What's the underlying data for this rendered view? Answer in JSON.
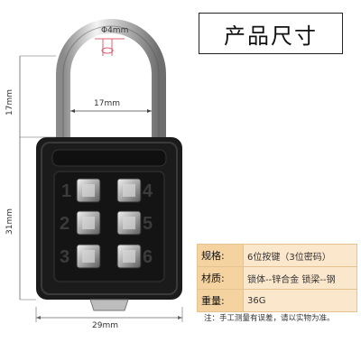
{
  "title": "产品尺寸",
  "dimensions": {
    "shackle_diameter": "Φ4mm",
    "shackle_inner_width": "17mm",
    "shackle_height": "17mm",
    "body_height": "31mm",
    "body_width": "29mm"
  },
  "keypad": {
    "numbers": [
      "1",
      "2",
      "3",
      "4",
      "5",
      "6"
    ]
  },
  "specs": [
    {
      "label": "规格:",
      "value": "6位按键（3位密码）"
    },
    {
      "label": "材质:",
      "value": "锁体--锌合金 锁梁--钢"
    },
    {
      "label": "重量:",
      "value": "36G"
    }
  ],
  "note": "注：手工测量有误差，请以实物为准。"
}
